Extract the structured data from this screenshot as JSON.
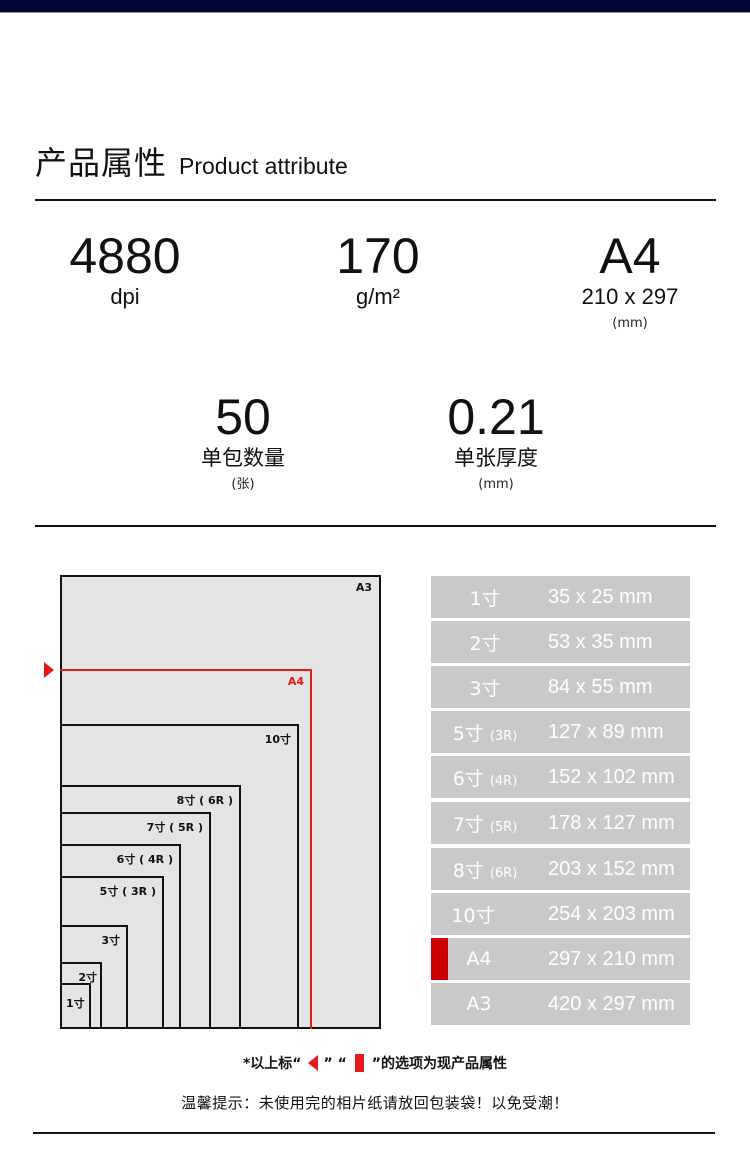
{
  "header": {
    "title_cn": "产品属性",
    "title_en": "Product attribute"
  },
  "stats": [
    {
      "value": "4880",
      "unit": "dpi",
      "sub": ""
    },
    {
      "value": "170",
      "unit": "g/m²",
      "sub": ""
    },
    {
      "value": "A4",
      "unit": "210 x 297",
      "sub": "(mm)"
    },
    {
      "value": "50",
      "unit": "单包数量",
      "sub": "(张)"
    },
    {
      "value": "0.21",
      "unit": "单张厚度",
      "sub": "(mm)"
    }
  ],
  "diagram": {
    "highlight_color": "#e41b1b",
    "boxes": [
      {
        "label": "A3"
      },
      {
        "label": "A4",
        "highlighted": true
      },
      {
        "label": "10寸"
      },
      {
        "label": "8寸 ( 6R )"
      },
      {
        "label": "7寸 ( 5R )"
      },
      {
        "label": "6寸 ( 4R )"
      },
      {
        "label": "5寸 ( 3R )"
      },
      {
        "label": "3寸"
      },
      {
        "label": "2寸"
      },
      {
        "label": "1寸"
      }
    ]
  },
  "size_table": {
    "row_color": "#c9c9c9",
    "marker_color": "#cc0000",
    "rows": [
      {
        "name": "1寸",
        "paren": "",
        "dim": "35 x 25 mm"
      },
      {
        "name": "2寸",
        "paren": "",
        "dim": "53 x 35 mm"
      },
      {
        "name": "3寸",
        "paren": "",
        "dim": "84 x 55 mm"
      },
      {
        "name": "5寸",
        "paren": "(3R)",
        "dim": "127 x 89 mm"
      },
      {
        "name": "6寸",
        "paren": "(4R)",
        "dim": "152 x 102 mm"
      },
      {
        "name": "7寸",
        "paren": "(5R)",
        "dim": "178 x 127 mm"
      },
      {
        "name": "8寸",
        "paren": "(6R)",
        "dim": "203 x 152 mm"
      },
      {
        "name": "10寸",
        "paren": "",
        "dim": "254 x 203 mm"
      },
      {
        "name": "A4",
        "paren": "",
        "dim": "297 x 210 mm",
        "selected": true
      },
      {
        "name": "A3",
        "paren": "",
        "dim": "420 x 297 mm"
      }
    ]
  },
  "notes": {
    "legend_prefix": "*以上标“",
    "legend_mid1": "”  “",
    "legend_suffix": "”的选项为现产品属性",
    "tip": "温馨提示：未使用完的相片纸请放回包装袋！以免受潮！"
  }
}
